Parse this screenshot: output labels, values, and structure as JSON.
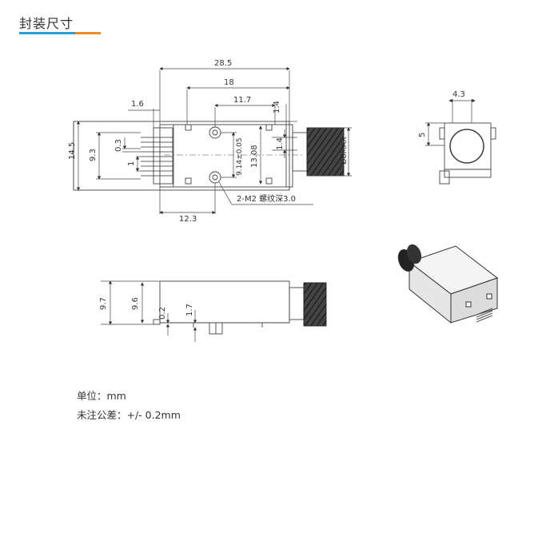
{
  "header": {
    "title": "封装尺寸"
  },
  "notes": {
    "unit": "单位：mm",
    "tolerance": "未注公差：+/- 0.2mm"
  },
  "top_view": {
    "overall_length": "28.5",
    "length_18": "18",
    "length_11_7": "11.7",
    "pin_offset": "1.6",
    "height_14_5": "14.5",
    "height_9_3": "9.3",
    "pin_pitch": "0.3",
    "pin_width": "1",
    "hole_spacing": "9.14±0.05",
    "height_13_08": "13.08",
    "step_1_4_a": "1.4",
    "step_1_4_b": "1.4",
    "thread_dia": "Ø8MAX",
    "width_12_3": "12.3",
    "callout": "2-M2 螺纹深3.0"
  },
  "side_view": {
    "height_9_7": "9.7",
    "height_9_6": "9.6",
    "dim_0_2": "0.2",
    "dim_1_7": "1.7"
  },
  "end_view": {
    "width_4_3": "4.3",
    "height_5": "5"
  }
}
